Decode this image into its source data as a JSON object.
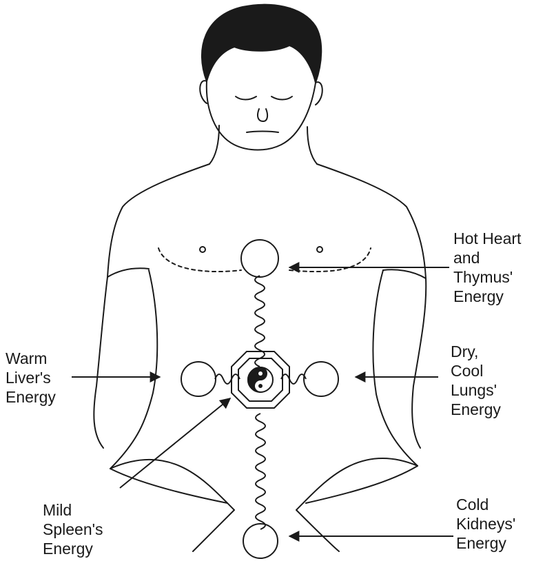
{
  "labels": {
    "heart": {
      "lines": [
        "Hot Heart",
        "and",
        "Thymus'",
        "Energy"
      ]
    },
    "lungs": {
      "lines": [
        "Dry,",
        "Cool",
        "Lungs'",
        "Energy"
      ]
    },
    "liver": {
      "lines": [
        "Warm",
        "Liver's",
        "Energy"
      ]
    },
    "spleen": {
      "lines": [
        "Mild",
        "Spleen's",
        "Energy"
      ]
    },
    "kidneys": {
      "lines": [
        "Cold",
        "Kidneys'",
        "Energy"
      ]
    }
  },
  "colors": {
    "line": "#1a1a1a",
    "background": "#ffffff"
  }
}
